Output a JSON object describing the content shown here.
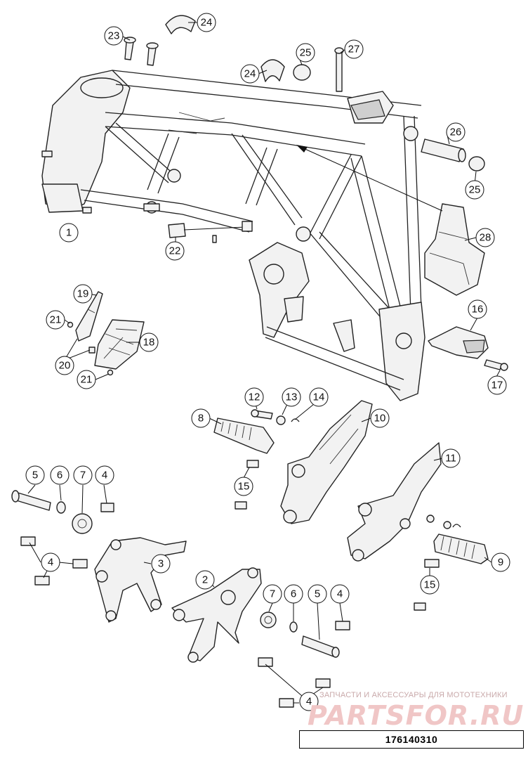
{
  "diagram": {
    "drawing_number": "176140310",
    "watermark_caption": "ЗАПЧАСТИ И АКСЕССУАРЫ ДЛЯ МОТОТЕХНИКИ",
    "watermark_logo": "PARTSFOR.RU",
    "callouts": {
      "c1": "1",
      "c2": "2",
      "c3": "3",
      "c4a": "4",
      "c4b": "4",
      "c4c": "4",
      "c4d": "4",
      "c5a": "5",
      "c5b": "5",
      "c6a": "6",
      "c6b": "6",
      "c7a": "7",
      "c7b": "7",
      "c8": "8",
      "c9": "9",
      "c10": "10",
      "c11": "11",
      "c12": "12",
      "c13": "13",
      "c14": "14",
      "c15a": "15",
      "c15b": "15",
      "c16": "16",
      "c17": "17",
      "c18": "18",
      "c19": "19",
      "c20": "20",
      "c21a": "21",
      "c21b": "21",
      "c22": "22",
      "c23": "23",
      "c24a": "24",
      "c24b": "24",
      "c25a": "25",
      "c25b": "25",
      "c26": "26",
      "c27": "27",
      "c28": "28"
    }
  }
}
